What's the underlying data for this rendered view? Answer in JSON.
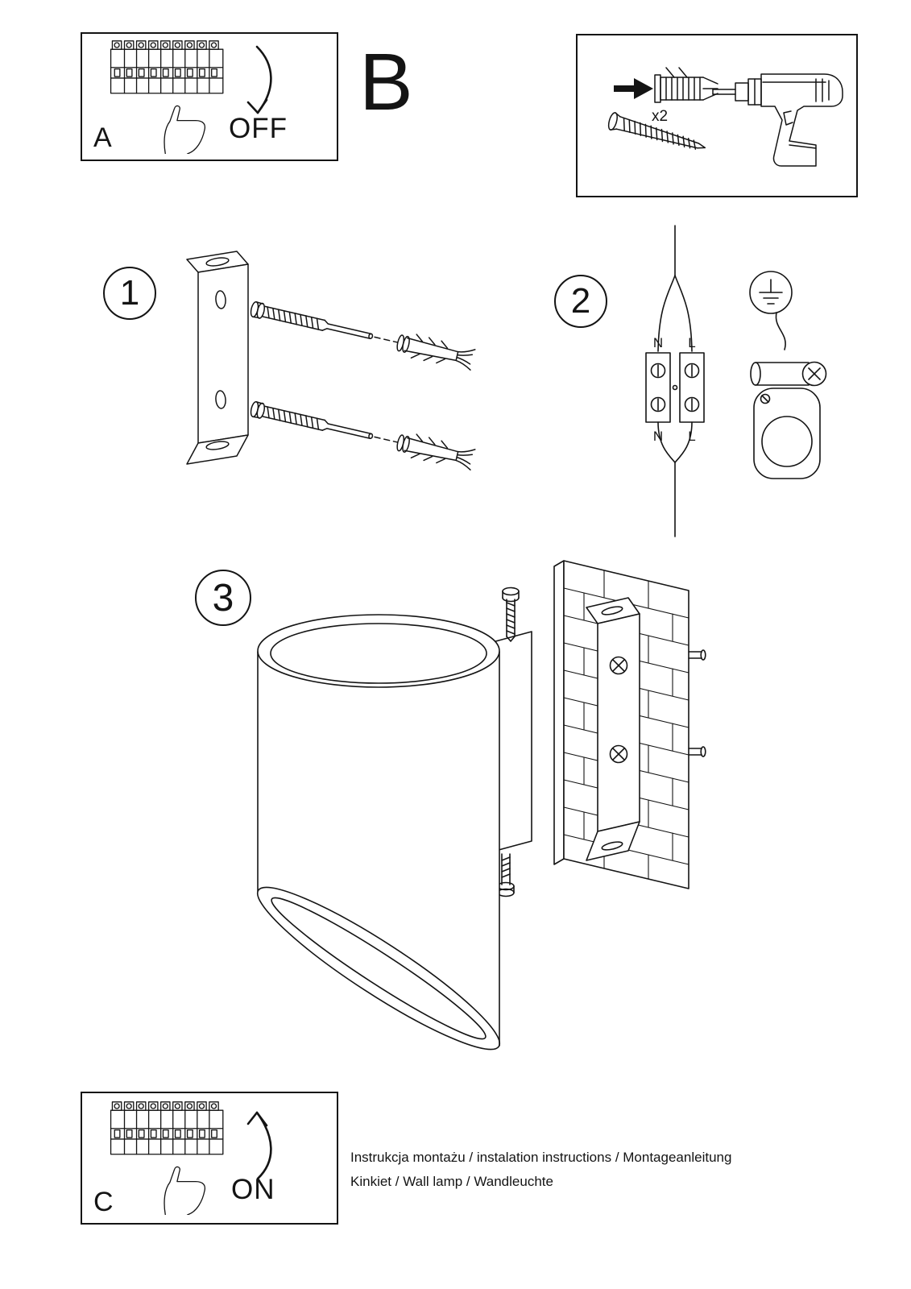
{
  "document": {
    "footer_line1": "Instrukcja montażu / instalation instructions / Montageanleitung",
    "footer_line2": "Kinkiet / Wall lamp / Wandleuchte"
  },
  "panels": {
    "a": {
      "label": "A",
      "action": "OFF"
    },
    "b": {
      "label": "B",
      "hardware_quantity": "x2"
    },
    "c": {
      "label": "C",
      "action": "ON"
    }
  },
  "steps": {
    "step1": "1",
    "step2": "2",
    "step3": "3"
  },
  "wiring": {
    "neutral_top": "N",
    "line_top": "L",
    "neutral_bottom": "N",
    "line_bottom": "L"
  },
  "colors": {
    "ink": "#141414",
    "paper": "#ffffff"
  }
}
